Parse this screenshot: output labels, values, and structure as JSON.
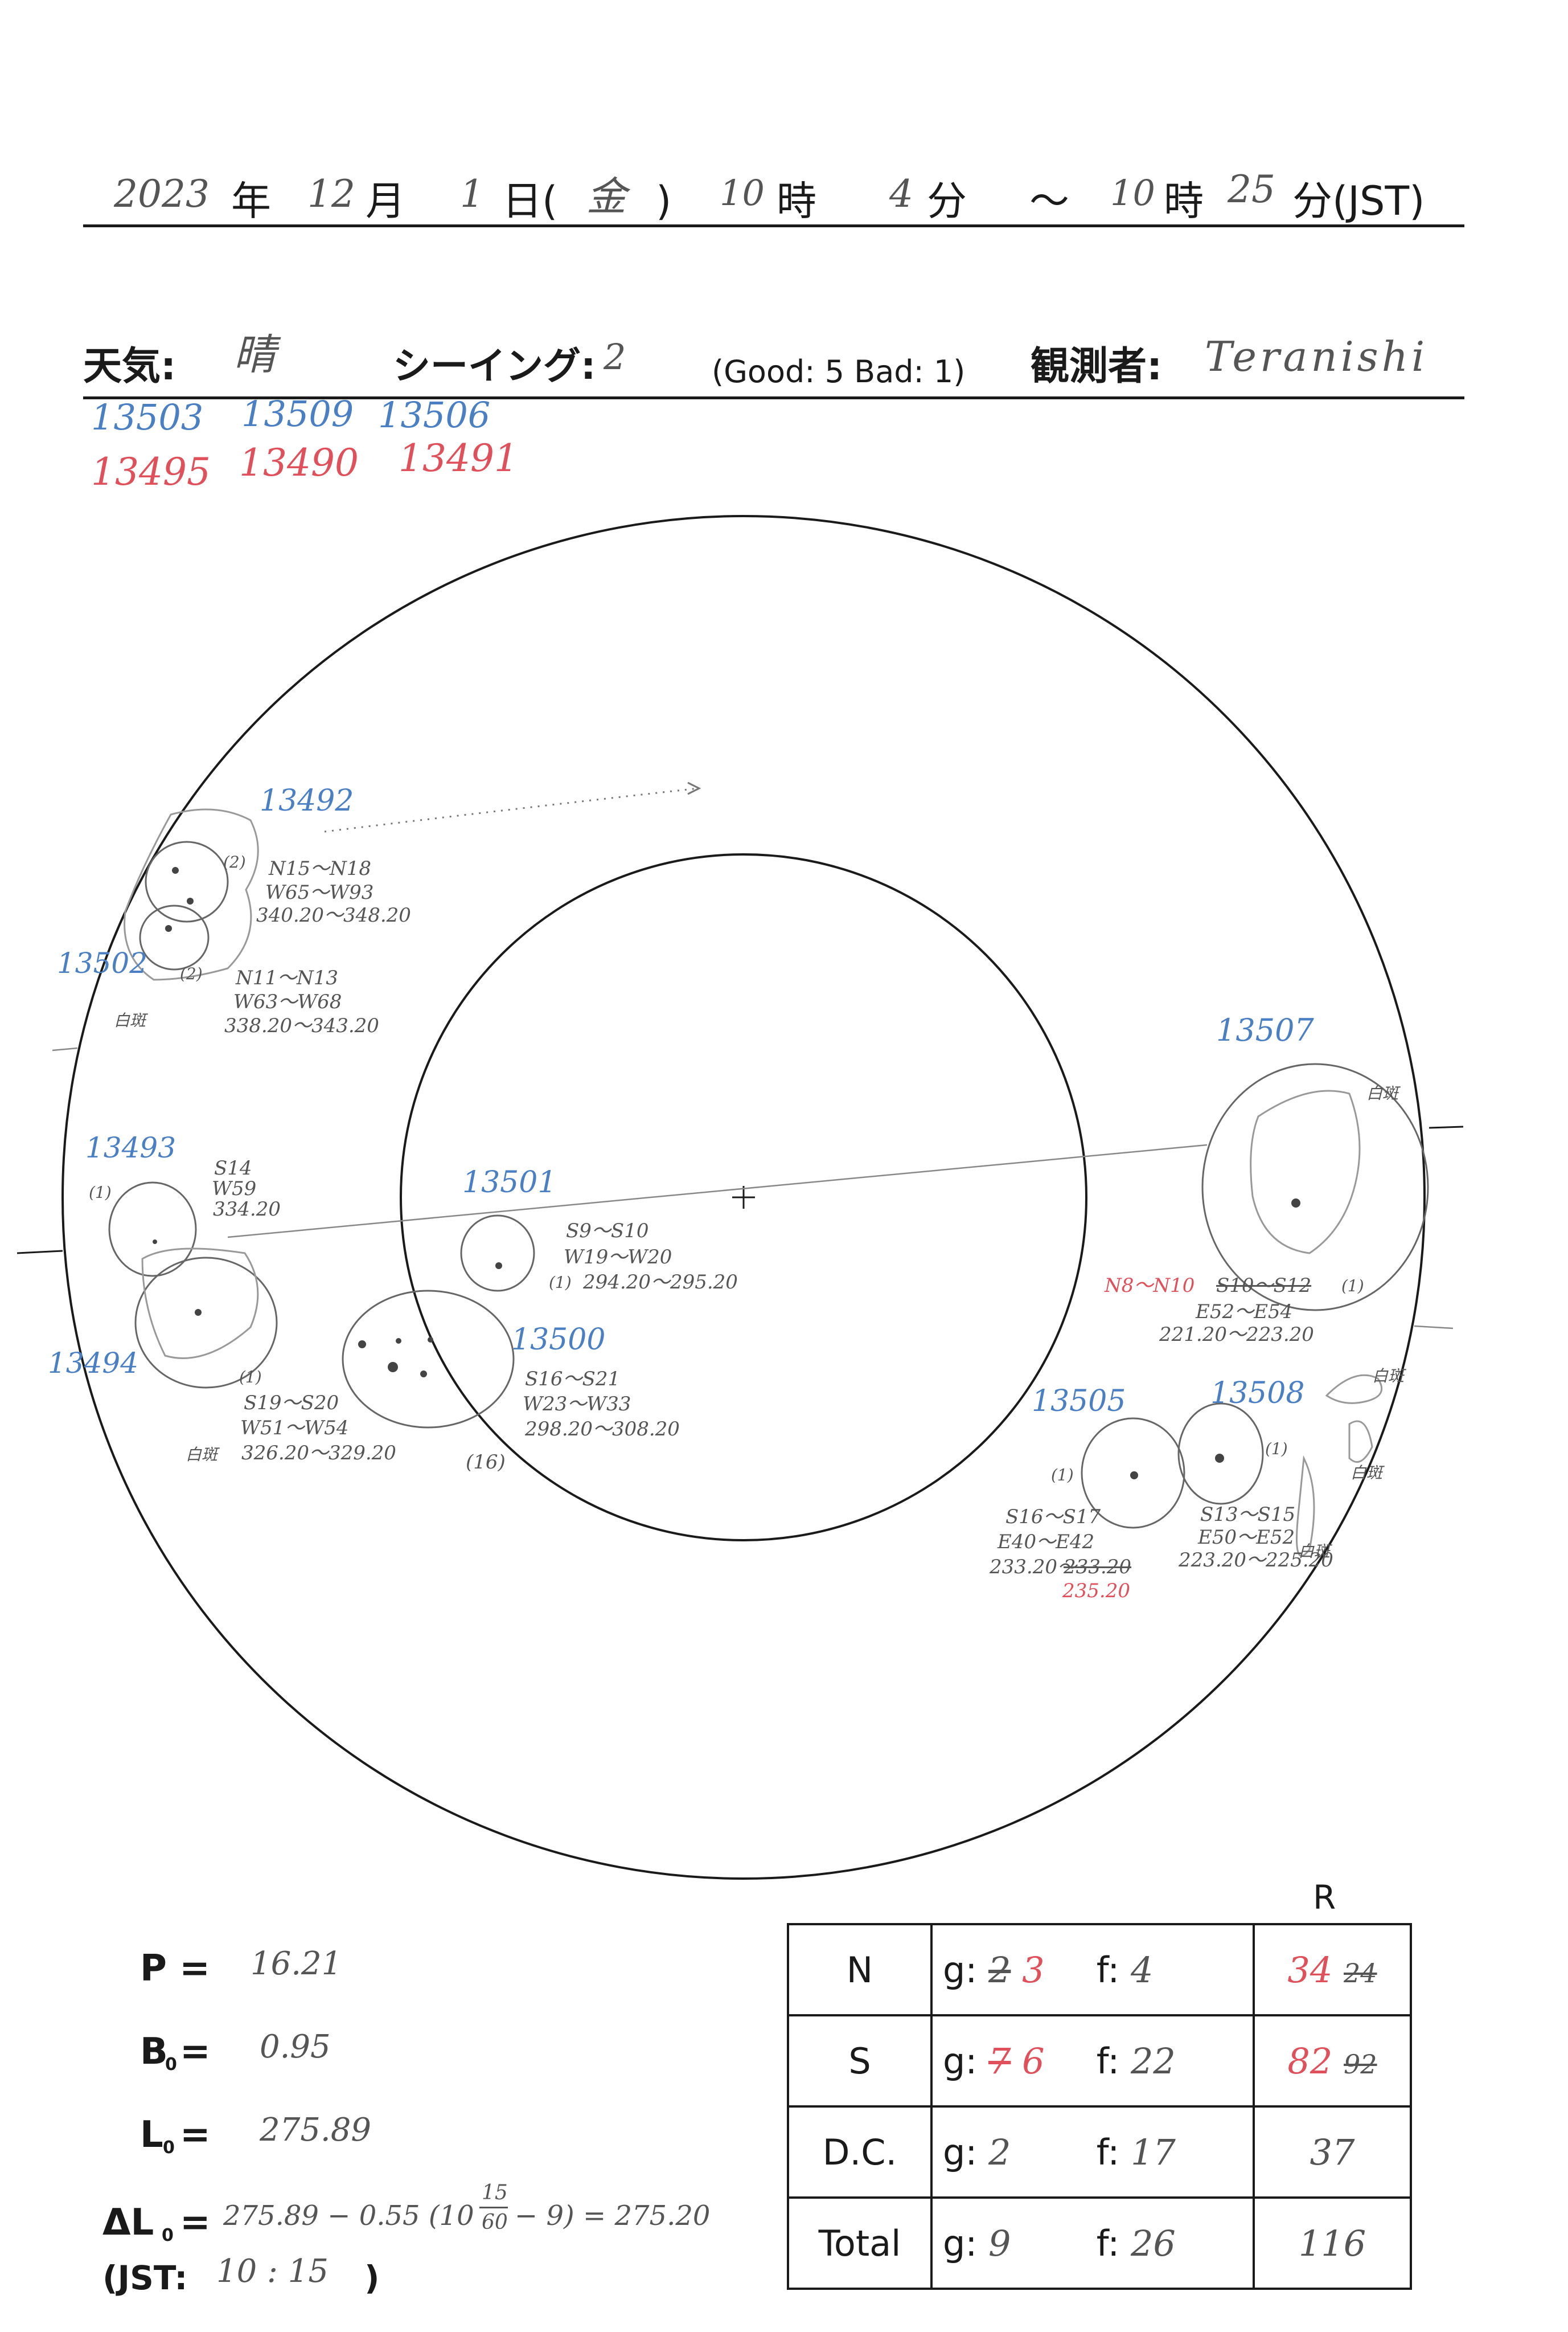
{
  "header": {
    "year": "2023",
    "year_unit": "年",
    "month": "12",
    "month_unit": "月",
    "day": "1",
    "day_unit": "日(",
    "weekday": "金",
    "weekday_close": ")",
    "start_hour": "10",
    "hour_unit": "時",
    "start_min": "4",
    "min_unit": "分",
    "tilde": "～",
    "end_hour": "10",
    "end_hour_unit": "時",
    "end_min": "25",
    "end_min_unit": "分(JST)"
  },
  "conditions": {
    "weather_label": "天気:",
    "weather_value": "晴",
    "seeing_label": "シーイング:",
    "seeing_value": "2",
    "scale": "(Good: 5  Bad: 1)",
    "observer_label": "観測者:",
    "observer_value": "Teranishi"
  },
  "region_list": {
    "blue": [
      "13503",
      "13509",
      "13506"
    ],
    "red": [
      "13495",
      "13490",
      "13491"
    ]
  },
  "sketch": {
    "groups": [
      {
        "id": "13492",
        "count": "(2)",
        "lat": "N15～N18",
        "lon": "W65～W93",
        "carr": "340.20～348.20"
      },
      {
        "id": "13502",
        "count": "(2)",
        "lat": "N11～N13",
        "lon": "W63～W68",
        "carr": "338.20～343.20",
        "note": "白斑"
      },
      {
        "id": "13493",
        "count": "(1)",
        "lat": "S14",
        "lon": "W59",
        "carr": "334.20"
      },
      {
        "id": "13494",
        "count": "(1)",
        "lat": "S19～S20",
        "lon": "W51～W54",
        "carr": "326.20～329.20",
        "note": "白斑"
      },
      {
        "id": "13501",
        "count": "(1)",
        "lat": "S9～S10",
        "lon": "W19～W20",
        "carr": "294.20～295.20"
      },
      {
        "id": "13500",
        "count": "(16)",
        "lat": "S16～S21",
        "lon": "W23～W33",
        "carr": "298.20～308.20"
      },
      {
        "id": "13507",
        "count": "(1)",
        "lat": "N8～N10",
        "lat_corr": "S10～S12",
        "lon": "E52～E54",
        "carr": "221.20～223.20",
        "note": "白斑"
      },
      {
        "id": "13505",
        "count": "(1)",
        "lat": "S16～S17",
        "lon": "E40～E42",
        "carr": "233.20～",
        "carr_struck": "233.20",
        "carr_corr": "235.20"
      },
      {
        "id": "13508",
        "count": "(1)",
        "lat": "S13～S15",
        "lon": "E50～E52",
        "carr": "223.20～225.20",
        "note": "白斑"
      }
    ],
    "note_right_1": "白斑",
    "note_right_2": "白斑"
  },
  "params": {
    "p_label": "P =",
    "p_value": "16.21",
    "b_label": "B",
    "b_sub": "0",
    "b_eq": "=",
    "b_value": "0.95",
    "l_label": "L",
    "l_sub": "0",
    "l_eq": "=",
    "l_value": "275.89",
    "dl_label": "ΔL",
    "dl_sub": "0",
    "dl_eq": "=",
    "dl_value_a": "275.89 − 0.55 (10",
    "dl_frac_num": "15",
    "dl_frac_den": "60",
    "dl_value_b": "− 9) = 275.20",
    "jst_label": "(JST:",
    "jst_value": "10 : 15",
    "jst_close": ")"
  },
  "table": {
    "r_header": "R",
    "rows": [
      {
        "label": "N",
        "g_label": "g:",
        "g_struck": "2",
        "g_value": "3",
        "f_label": "f:",
        "f_value": "4",
        "r_value": "34",
        "r_struck": "24"
      },
      {
        "label": "S",
        "g_label": "g:",
        "g_struck": "7",
        "g_value": "6",
        "f_label": "f:",
        "f_value": "22",
        "r_value": "82",
        "r_struck": "92"
      },
      {
        "label": "D.C.",
        "g_label": "g:",
        "g_value": "2",
        "f_label": "f:",
        "f_value": "17",
        "r_value": "37"
      },
      {
        "label": "Total",
        "g_label": "g:",
        "g_value": "9",
        "f_label": "f:",
        "f_value": "26",
        "r_value": "116"
      }
    ]
  },
  "colors": {
    "ink": "#1a1a1a",
    "pencil": "#555555",
    "blue_pencil": "#4a7fc4",
    "red_pencil": "#e0505a"
  }
}
